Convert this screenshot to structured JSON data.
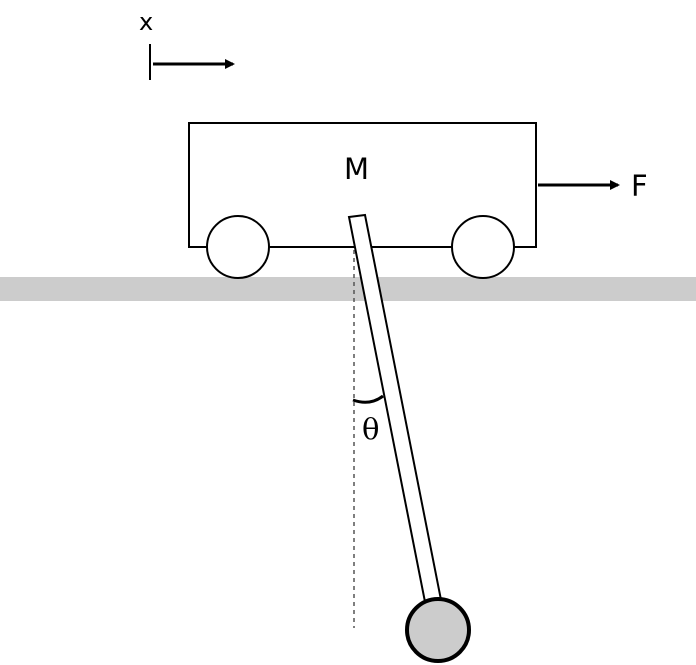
{
  "labels": {
    "x": "x",
    "mass": "M",
    "force": "F",
    "angle": "θ"
  },
  "colors": {
    "stroke": "#000000",
    "ground": "#cccccc",
    "bob": "#cccccc",
    "background": "#ffffff"
  }
}
